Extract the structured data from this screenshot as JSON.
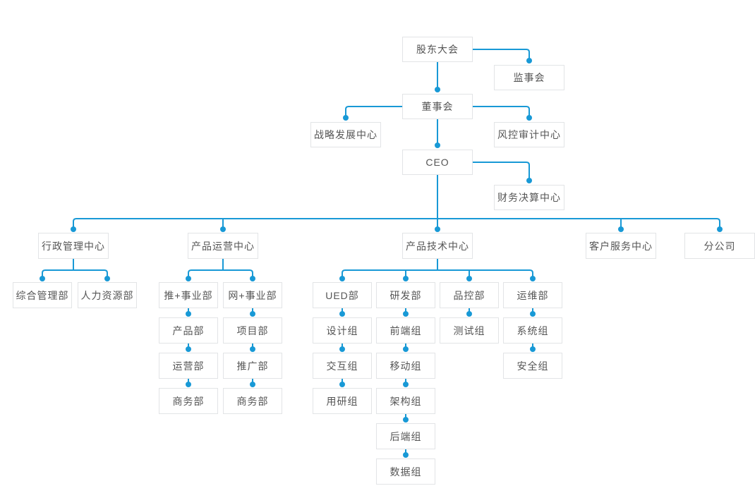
{
  "colors": {
    "line": "#1899d6",
    "dot": "#1899d6",
    "box_border": "#e2e4e6",
    "box_background": "#ffffff",
    "text": "#555555",
    "canvas_background": "#ffffff"
  },
  "nodes": {
    "shareholders": {
      "label": "股东大会"
    },
    "supervisory": {
      "label": "监事会"
    },
    "board": {
      "label": "董事会"
    },
    "strategy": {
      "label": "战略发展中心"
    },
    "risk_audit": {
      "label": "风控审计中心"
    },
    "ceo": {
      "label": "CEO"
    },
    "finance": {
      "label": "财务决算中心"
    },
    "admin_center": {
      "label": "行政管理中心"
    },
    "product_ops_center": {
      "label": "产品运营中心"
    },
    "product_tech_center": {
      "label": "产品技术中心"
    },
    "customer_service_center": {
      "label": "客户服务中心"
    },
    "branch_company": {
      "label": "分公司"
    },
    "general_affairs": {
      "label": "综合管理部"
    },
    "hr": {
      "label": "人力资源部"
    },
    "push_bu": {
      "label": "推+事业部"
    },
    "product_dept": {
      "label": "产品部"
    },
    "operations_dept": {
      "label": "运营部"
    },
    "business_dept_push": {
      "label": "商务部"
    },
    "net_bu": {
      "label": "网+事业部"
    },
    "project_dept": {
      "label": "项目部"
    },
    "promotion_dept": {
      "label": "推广部"
    },
    "business_dept_net": {
      "label": "商务部"
    },
    "ued_dept": {
      "label": "UED部"
    },
    "design_group": {
      "label": "设计组"
    },
    "interaction_group": {
      "label": "交互组"
    },
    "user_research_group": {
      "label": "用研组"
    },
    "rd_dept": {
      "label": "研发部"
    },
    "frontend_group": {
      "label": "前端组"
    },
    "mobile_group": {
      "label": "移动组"
    },
    "architecture_group": {
      "label": "架构组"
    },
    "backend_group": {
      "label": "后端组"
    },
    "data_group": {
      "label": "数据组"
    },
    "qc_dept": {
      "label": "品控部"
    },
    "testing_group": {
      "label": "测试组"
    },
    "om_dept": {
      "label": "运维部"
    },
    "system_group": {
      "label": "系统组"
    },
    "security_group": {
      "label": "安全组"
    }
  },
  "structure": {
    "shareholders": [
      "supervisory",
      "board"
    ],
    "board": [
      "strategy",
      "risk_audit",
      "ceo"
    ],
    "ceo": [
      "finance",
      "admin_center",
      "product_ops_center",
      "product_tech_center",
      "customer_service_center",
      "branch_company"
    ],
    "admin_center": [
      "general_affairs",
      "hr"
    ],
    "product_ops_center": [
      "push_bu",
      "net_bu"
    ],
    "push_bu": [
      "product_dept"
    ],
    "product_dept": [
      "operations_dept"
    ],
    "operations_dept": [
      "business_dept_push"
    ],
    "net_bu": [
      "project_dept"
    ],
    "project_dept": [
      "promotion_dept"
    ],
    "promotion_dept": [
      "business_dept_net"
    ],
    "product_tech_center": [
      "ued_dept",
      "rd_dept",
      "qc_dept",
      "om_dept"
    ],
    "ued_dept": [
      "design_group"
    ],
    "design_group": [
      "interaction_group"
    ],
    "interaction_group": [
      "user_research_group"
    ],
    "rd_dept": [
      "frontend_group"
    ],
    "frontend_group": [
      "mobile_group"
    ],
    "mobile_group": [
      "architecture_group"
    ],
    "architecture_group": [
      "backend_group"
    ],
    "backend_group": [
      "data_group"
    ],
    "qc_dept": [
      "testing_group"
    ],
    "om_dept": [
      "system_group"
    ],
    "system_group": [
      "security_group"
    ]
  }
}
